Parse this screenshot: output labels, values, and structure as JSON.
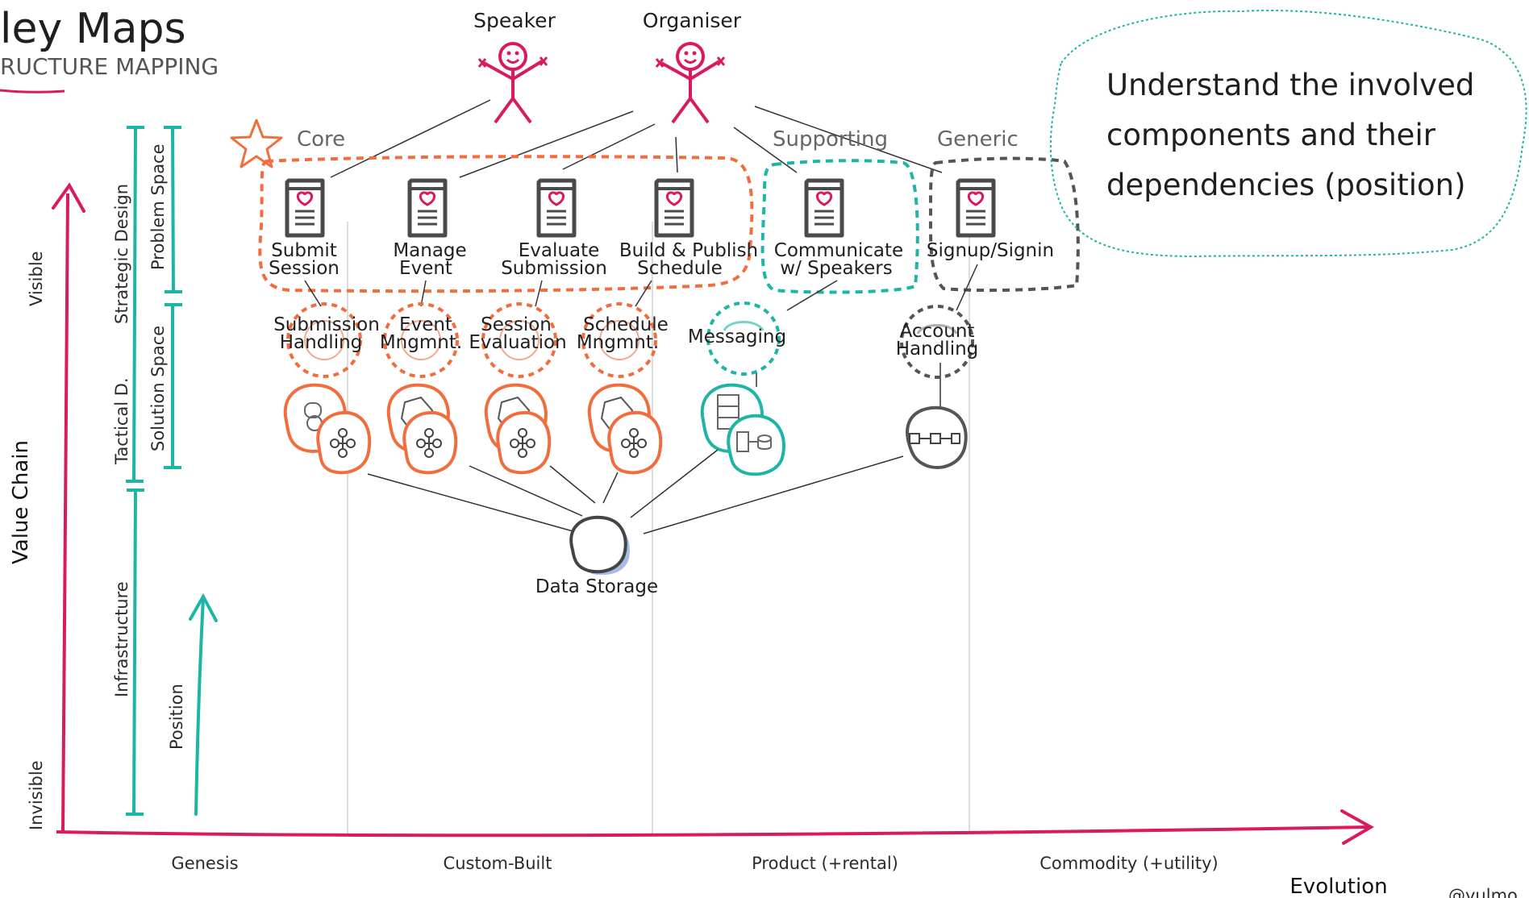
{
  "header": {
    "title": "ley Maps",
    "subtitle": "RUCTURE MAPPING"
  },
  "actors": {
    "speaker": "Speaker",
    "organiser": "Organiser"
  },
  "domains": {
    "core": "Core",
    "supporting": "Supporting",
    "generic": "Generic"
  },
  "subdomains": [
    {
      "line1": "Submit",
      "line2": "Session"
    },
    {
      "line1": "Manage",
      "line2": "Event"
    },
    {
      "line1": "Evaluate",
      "line2": "Submission"
    },
    {
      "line1": "Build & Publish",
      "line2": "Schedule"
    },
    {
      "line1": "Communicate",
      "line2": "w/ Speakers"
    },
    {
      "line1": "Signup/Signin",
      "line2": ""
    }
  ],
  "contexts": [
    {
      "line1": "Submission",
      "line2": "Handling"
    },
    {
      "line1": "Event",
      "line2": "Mngmnt."
    },
    {
      "line1": "Session",
      "line2": "Evaluation"
    },
    {
      "line1": "Schedule",
      "line2": "Mngmnt."
    },
    {
      "line1": "Messaging",
      "line2": ""
    },
    {
      "line1": "Account",
      "line2": "Handling"
    }
  ],
  "storage": {
    "label": "Data Storage"
  },
  "note": {
    "line1": "Understand the involved",
    "line2": "components and their",
    "line3": "dependencies (position)"
  },
  "left_labels": {
    "strategic_design": "Strategic Design",
    "problem_space": "Problem Space",
    "tactical_d": "Tactical D.",
    "solution_space": "Solution Space",
    "infrastructure": "Infrastructure",
    "position": "Position",
    "visible": "Visible",
    "invisible": "Invisible",
    "value_chain": "Value Chain"
  },
  "evolution": {
    "stages": [
      "Genesis",
      "Custom-Built",
      "Product (+rental)",
      "Commodity (+utility)"
    ],
    "label": "Evolution",
    "credit": "@yulmo"
  },
  "colors": {
    "magenta": "#d81b60",
    "core_orange": "#f26d3d",
    "supporting_teal": "#1db5a6",
    "generic_grey": "#555555",
    "storage_blue": "#7f9fd8"
  },
  "icons": {
    "actor": "stick-figure-icon",
    "subdomain": "document-heart-icon",
    "aggregate": "aggregate-graph-icon",
    "module": "hexagon-module-icon",
    "storage": "database-icon",
    "pipeline": "pipeline-icon"
  }
}
